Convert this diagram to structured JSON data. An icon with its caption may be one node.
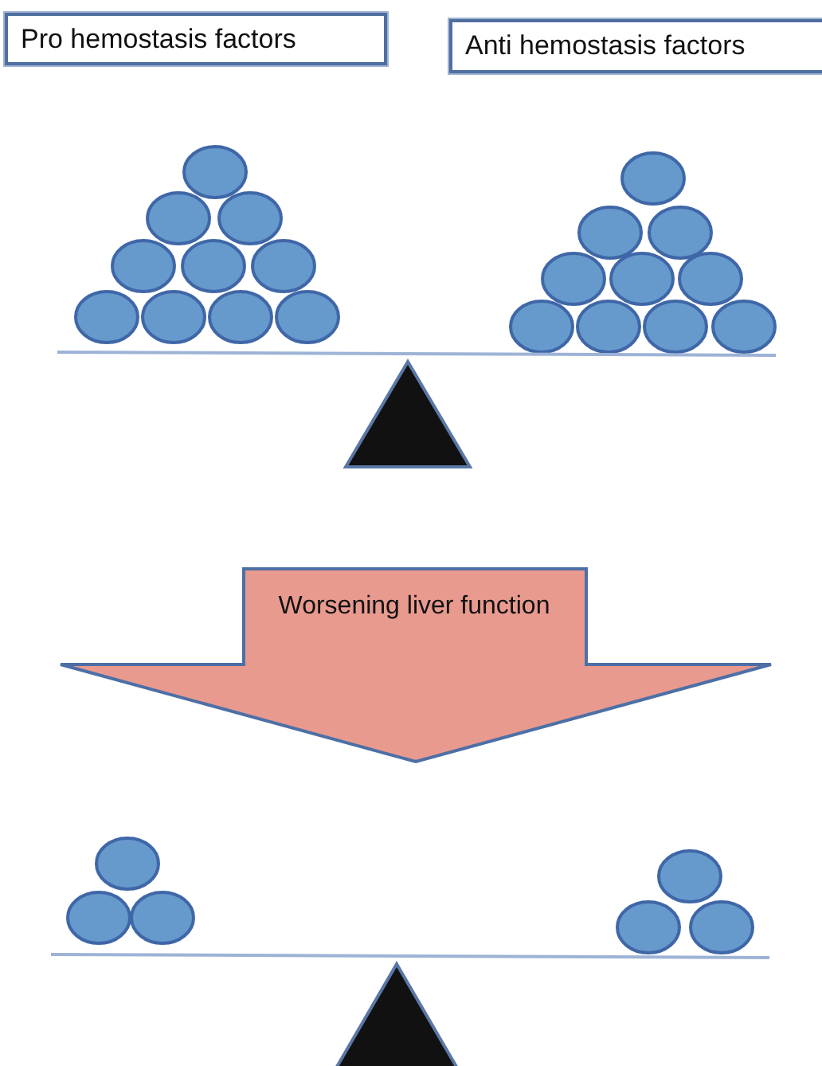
{
  "diagram": {
    "nodes": [
      {
        "text": [
          "Pro hemostasis factors"
        ]
      },
      {
        "text": [
          "Anti hemostasis factors"
        ]
      },
      {
        "text": [
          "Worsening liver function"
        ]
      }
    ]
  }
}
